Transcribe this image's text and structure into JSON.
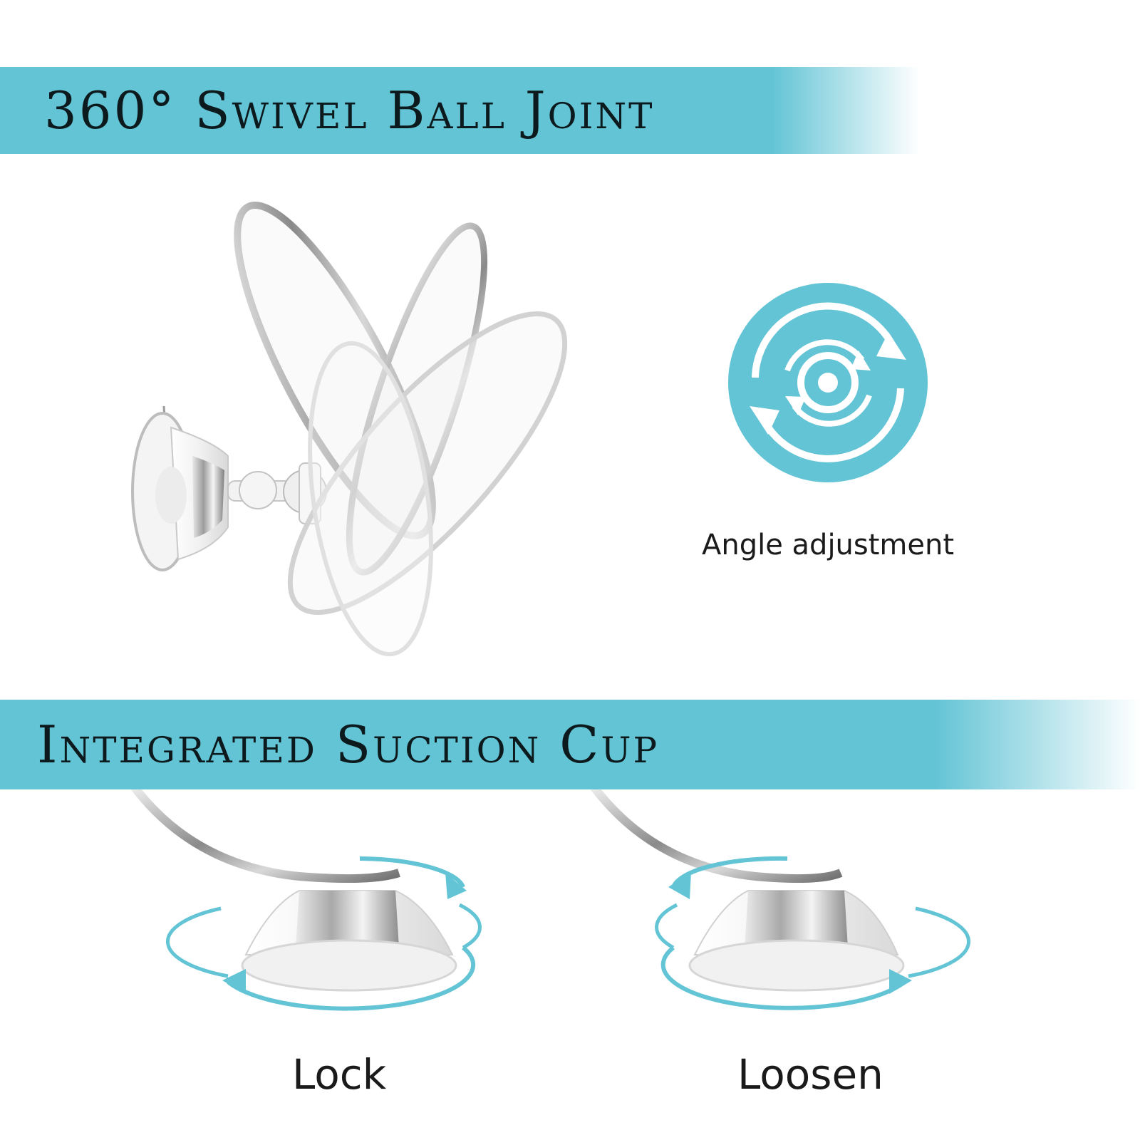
{
  "banners": {
    "top_title": "360° Swivel Ball Joint",
    "bottom_title": "Integrated Suction Cup"
  },
  "captions": {
    "angle": "Angle adjustment",
    "lock": "Lock",
    "loosen": "Loosen"
  },
  "icons": {
    "rotation": "rotation-arrows-icon"
  },
  "colors": {
    "accent": "#63c4d5",
    "text": "#1a1a1a"
  }
}
